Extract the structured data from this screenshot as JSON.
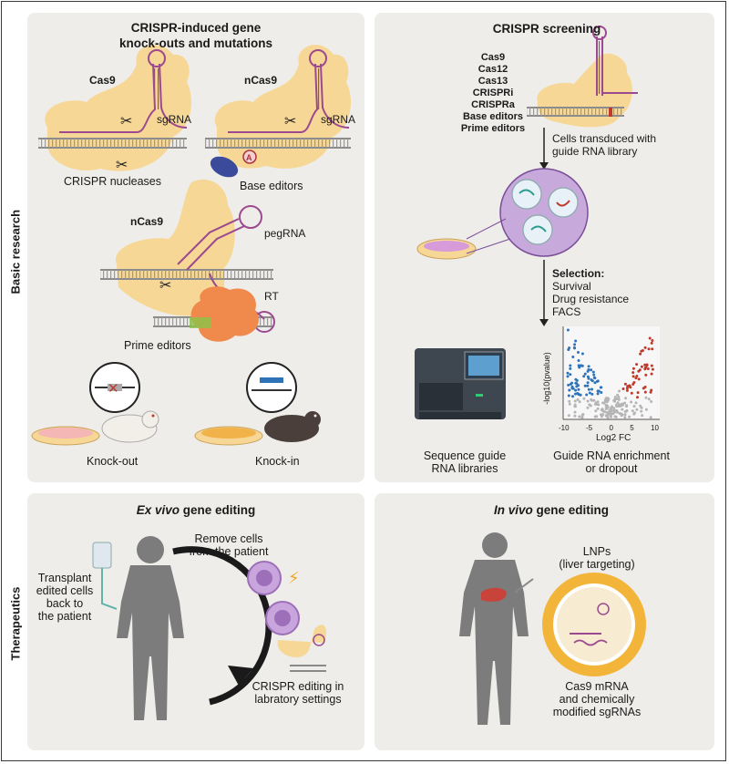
{
  "side_labels": {
    "basic": "Basic research",
    "therapeutics": "Therapeutics"
  },
  "panel_knockout": {
    "title_line1": "CRISPR-induced gene",
    "title_line2": "knock-outs and mutations",
    "cas9": "Cas9",
    "sgrna": "sgRNA",
    "nucleases": "CRISPR nucleases",
    "ncas9": "nCas9",
    "sgrna2": "sgRNA",
    "base_letter": "A",
    "base_editors": "Base editors",
    "ncas9_pe": "nCas9",
    "pegrna": "pegRNA",
    "rt": "RT",
    "prime_editors": "Prime editors",
    "knockout": "Knock-out",
    "knockin": "Knock-in"
  },
  "panel_screening": {
    "title": "CRISPR screening",
    "tools": [
      "Cas9",
      "Cas12",
      "Cas13",
      "CRISPRi",
      "CRISPRa",
      "Base editors",
      "Prime editors"
    ],
    "transduced_line1": "Cells transduced with",
    "transduced_line2": "guide RNA library",
    "selection": "Selection:",
    "selection_items": [
      "Survival",
      "Drug resistance",
      "FACS"
    ],
    "sequence_line1": "Sequence guide",
    "sequence_line2": "RNA libraries",
    "enrichment_line1": "Guide RNA enrichment",
    "enrichment_line2": "or dropout"
  },
  "volcano": {
    "ylabel": "-log10(pvalue)",
    "xlabel": "Log2 FC",
    "ticks": [
      "-10",
      "-5",
      "0",
      "5",
      "10"
    ]
  },
  "panel_exvivo": {
    "title_italic": "Ex vivo",
    "title_rest": " gene editing",
    "remove_line1": "Remove cells",
    "remove_line2": "from the patient",
    "transplant_lines": [
      "Transplant",
      "edited cells",
      "back to",
      "the patient"
    ],
    "lab_line1": "CRISPR editing in",
    "lab_line2": "labratory settings"
  },
  "panel_invivo": {
    "title_italic": "In vivo",
    "title_rest": " gene editing",
    "lnps_line1": "LNPs",
    "lnps_line2": "(liver targeting)",
    "cargo_lines": [
      "Cas9 mRNA",
      "and chemically",
      "modified sgRNAs"
    ]
  },
  "colors": {
    "panel": "#efede9",
    "protein": "#f6d795",
    "rna": "#9c4a8f",
    "dna": "#8a8a8a",
    "up": "#c0392b",
    "down": "#2e73b8",
    "body": "#7c7c7c",
    "lnp": "#f2b53a",
    "cell": "#b98ad0"
  }
}
